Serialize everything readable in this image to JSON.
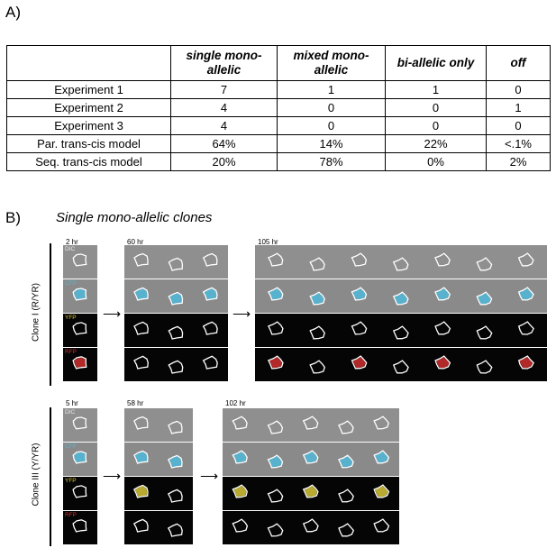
{
  "panel_a_label": "A)",
  "panel_b_label": "B)",
  "table": {
    "headers": [
      "",
      "single mono-allelic",
      "mixed mono-allelic",
      "bi-allelic only",
      "off"
    ],
    "rows": [
      [
        "Experiment 1",
        "7",
        "1",
        "1",
        "0"
      ],
      [
        "Experiment 2",
        "4",
        "0",
        "0",
        "1"
      ],
      [
        "Experiment 3",
        "4",
        "0",
        "0",
        "0"
      ],
      [
        "Par. trans-cis model",
        "64%",
        "14%",
        "22%",
        "<.1%"
      ],
      [
        "Seq. trans-cis model",
        "20%",
        "78%",
        "0%",
        "2%"
      ]
    ]
  },
  "figure_b": {
    "subtitle": "Single mono-allelic clones",
    "channels": [
      "DIC",
      "CFP",
      "YFP",
      "RFP"
    ],
    "channel_colors": {
      "DIC": "#e8e8e8",
      "CFP": "#4fb8d8",
      "YFP": "#d8c838",
      "RFP": "#d03030"
    },
    "clones": [
      {
        "label": "Clone I (R/YR)",
        "times": [
          "2 hr",
          "60 hr",
          "105 hr"
        ]
      },
      {
        "label": "Clone III (Y/YR)",
        "times": [
          "5 hr",
          "58 hr",
          "102 hr"
        ]
      }
    ]
  }
}
